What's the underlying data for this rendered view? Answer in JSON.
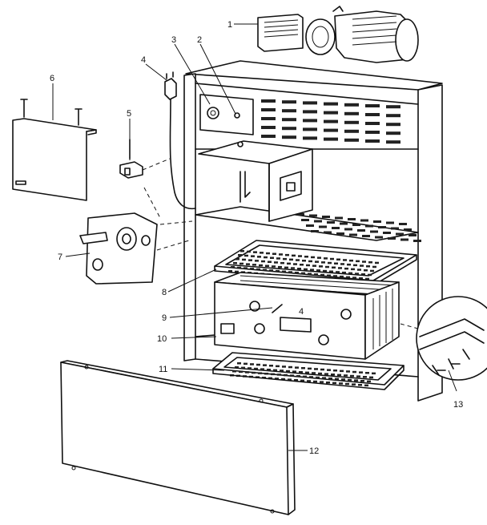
{
  "callouts": [
    {
      "id": "c1",
      "text": "1"
    },
    {
      "id": "c2",
      "text": "2"
    },
    {
      "id": "c3",
      "text": "3"
    },
    {
      "id": "c4",
      "text": "4"
    },
    {
      "id": "c5",
      "text": "5"
    },
    {
      "id": "c6",
      "text": "6"
    },
    {
      "id": "c7",
      "text": "7"
    },
    {
      "id": "c8",
      "text": "8"
    },
    {
      "id": "c9",
      "text": "9"
    },
    {
      "id": "c10",
      "text": "10"
    },
    {
      "id": "c11",
      "text": "11"
    },
    {
      "id": "c12",
      "text": "12"
    },
    {
      "id": "c13",
      "text": "13"
    }
  ],
  "panel_marking": "4"
}
